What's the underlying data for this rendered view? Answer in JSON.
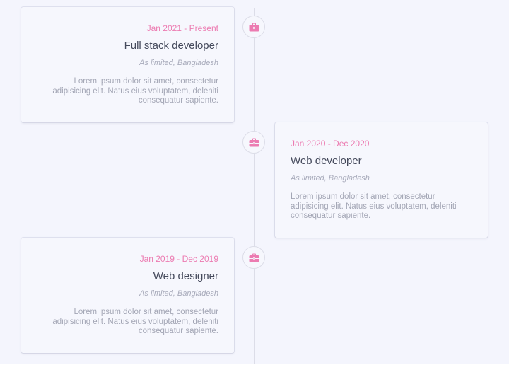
{
  "colors": {
    "accent": "#ec7bb1",
    "title": "#454a5c",
    "muted": "#a3a6b5",
    "background": "#f4f5fd",
    "line": "#dcdde8"
  },
  "timeline": {
    "items": [
      {
        "date": "Jan 2021 - Present",
        "title": "Full stack developer",
        "company": "As limited, Bangladesh",
        "description": "Lorem ipsum dolor sit amet, consectetur adipisicing elit. Natus eius voluptatem, deleniti consequatur sapiente.",
        "icon": "briefcase-icon",
        "side": "left"
      },
      {
        "date": "Jan 2020 - Dec 2020",
        "title": "Web developer",
        "company": "As limited, Bangladesh",
        "description": "Lorem ipsum dolor sit amet, consectetur adipisicing elit. Natus eius voluptatem, deleniti consequatur sapiente.",
        "icon": "briefcase-icon",
        "side": "right"
      },
      {
        "date": "Jan 2019 - Dec 2019",
        "title": "Web designer",
        "company": "As limited, Bangladesh",
        "description": "Lorem ipsum dolor sit amet, consectetur adipisicing elit. Natus eius voluptatem, deleniti consequatur sapiente.",
        "icon": "briefcase-icon",
        "side": "left"
      }
    ]
  }
}
